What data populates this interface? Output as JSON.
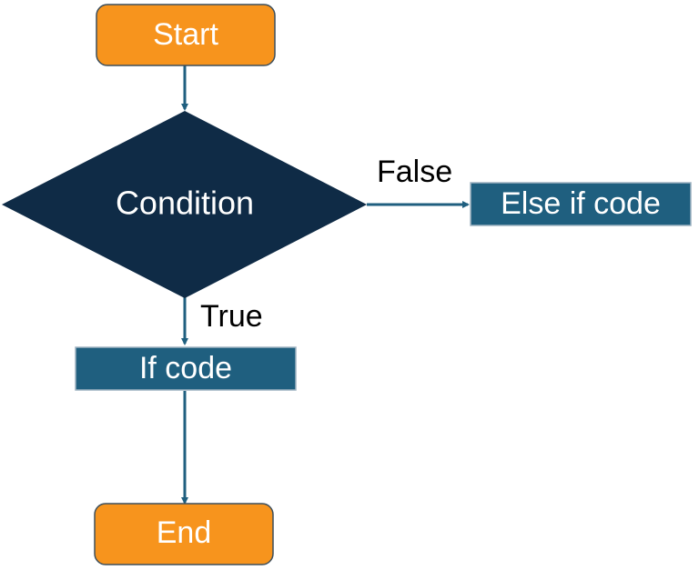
{
  "colors": {
    "terminal_fill": "#F7941D",
    "terminal_stroke": "#3D4F5C",
    "decision_fill": "#0F2B46",
    "process_fill": "#1F5F7F",
    "process_stroke": "#9FB3C2",
    "connector": "#1F5F7F",
    "edge_label": "#000000"
  },
  "nodes": {
    "start": {
      "label": "Start",
      "shape": "terminal"
    },
    "condition": {
      "label": "Condition",
      "shape": "decision"
    },
    "if_code": {
      "label": "If code",
      "shape": "process"
    },
    "else_if_code": {
      "label": "Else if code",
      "shape": "process"
    },
    "end": {
      "label": "End",
      "shape": "terminal"
    }
  },
  "edges": {
    "start_to_condition": {
      "from": "start",
      "to": "condition",
      "label": ""
    },
    "condition_false": {
      "from": "condition",
      "to": "else_if_code",
      "label": "False"
    },
    "condition_true": {
      "from": "condition",
      "to": "if_code",
      "label": "True"
    },
    "if_to_end": {
      "from": "if_code",
      "to": "end",
      "label": ""
    }
  }
}
